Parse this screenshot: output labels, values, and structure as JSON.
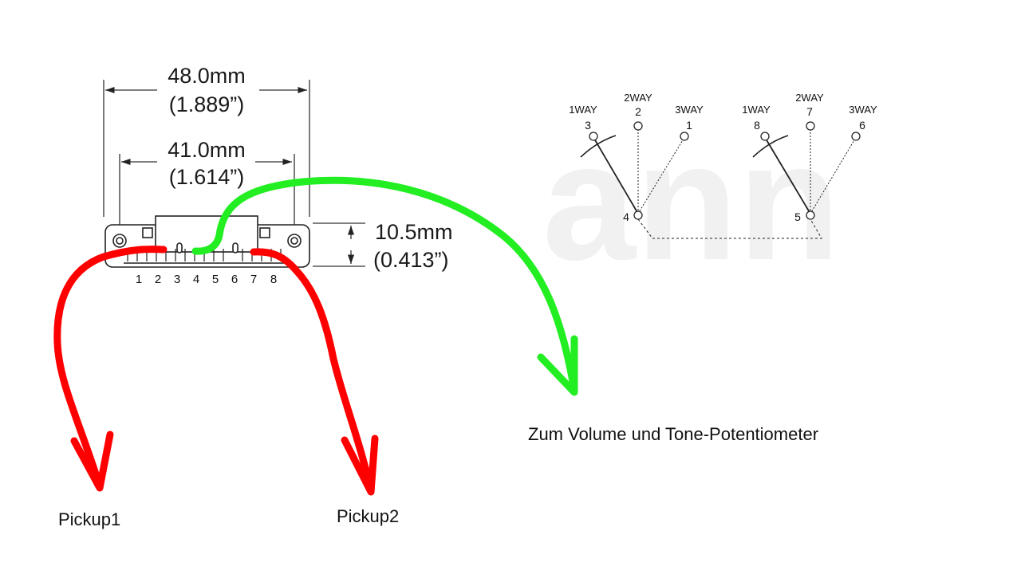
{
  "dimensions": {
    "overall_mm": "48.0mm",
    "overall_in": "(1.889”)",
    "mount_mm": "41.0mm",
    "mount_in": "(1.614”)",
    "height_mm": "10.5mm",
    "height_in": "(0.413”)"
  },
  "pins": [
    "1",
    "2",
    "3",
    "4",
    "5",
    "6",
    "7",
    "8"
  ],
  "switch": {
    "group_a": {
      "way1": "1WAY",
      "way2": "2WAY",
      "way3": "3WAY",
      "t1": "3",
      "t2": "2",
      "t3": "1",
      "common": "4"
    },
    "group_b": {
      "way1": "1WAY",
      "way2": "2WAY",
      "way3": "3WAY",
      "t1": "8",
      "t2": "7",
      "t3": "6",
      "common": "5"
    }
  },
  "watermark": "ann",
  "labels": {
    "pickup1": "Pickup1",
    "pickup2": "Pickup2",
    "pots": "Zum Volume und Tone-Potentiometer"
  },
  "colors": {
    "pickup_wire": "#ff0000",
    "pot_wire": "#22ee22"
  }
}
